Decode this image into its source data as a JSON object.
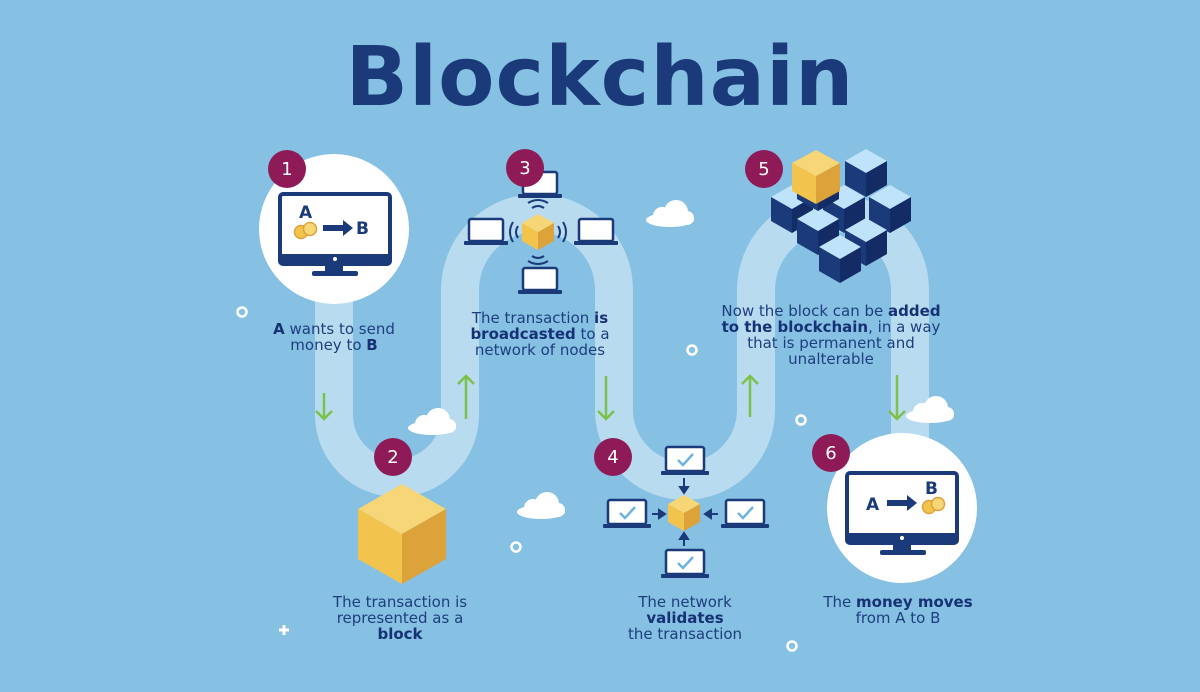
{
  "title": "Blockchain",
  "colors": {
    "background": "#86c0e3",
    "path": "#b9dbf0",
    "navy": "#1b3a7a",
    "badge": "#8e1b57",
    "gold": "#f3c44d",
    "light_block": "#bfe3fa",
    "arrow_green": "#7cc24a"
  },
  "steps": [
    {
      "number": "1",
      "icon": "monitor-transfer-icon",
      "screen_from": "A",
      "screen_to": "B",
      "caption": {
        "line1_bold": "A",
        "line1_rest": " wants to send",
        "line2_pre": "money to ",
        "line2_bold": "B"
      }
    },
    {
      "number": "2",
      "icon": "block-cube-icon",
      "caption": {
        "line1": "The transaction is",
        "line2": "represented as a",
        "line3_bold": "block"
      }
    },
    {
      "number": "3",
      "icon": "broadcast-nodes-icon",
      "caption": {
        "line1_pre": "The transaction ",
        "line1_bold": "is",
        "line2_bold": "broadcasted",
        "line2_rest": " to a",
        "line3": "network of nodes"
      }
    },
    {
      "number": "4",
      "icon": "validation-nodes-icon",
      "caption": {
        "line1": "The network",
        "line2_bold": "validates",
        "line3": "the transaction"
      }
    },
    {
      "number": "5",
      "icon": "blockchain-cubes-icon",
      "caption": {
        "line1_pre": "Now the block can be ",
        "line1_bold": "added",
        "line2_bold": "to the blockchain",
        "line2_rest": ", in a way",
        "line3": "that is permanent and",
        "line4": "unalterable"
      }
    },
    {
      "number": "6",
      "icon": "monitor-received-icon",
      "screen_from": "A",
      "screen_to": "B",
      "caption": {
        "line1_pre": "The ",
        "line1_bold": "money moves",
        "line2": "from A to B"
      }
    }
  ]
}
